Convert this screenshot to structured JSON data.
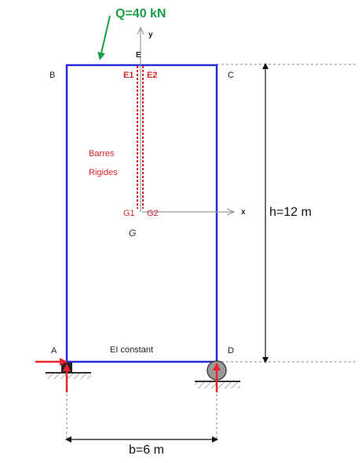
{
  "load": {
    "label": "Q=40 kN",
    "color": "#1a9e4a"
  },
  "axes": {
    "y_label": "y",
    "x_label": "x"
  },
  "nodes": {
    "A": "A",
    "B": "B",
    "C": "C",
    "D": "D",
    "E": "E",
    "E1": "E1",
    "E2": "E2",
    "G1": "G1",
    "G2": "G2",
    "G": "G"
  },
  "rigid_bars": {
    "line1": "Barres",
    "line2": "Rigides"
  },
  "stiffness_note": "EI constant",
  "dimensions": {
    "height": "h=12 m",
    "width": "b=6 m"
  },
  "colors": {
    "frame": "#2a2ad6",
    "rigid": "#d62728",
    "reaction": "#e8242a",
    "load": "#1a9e4a"
  }
}
